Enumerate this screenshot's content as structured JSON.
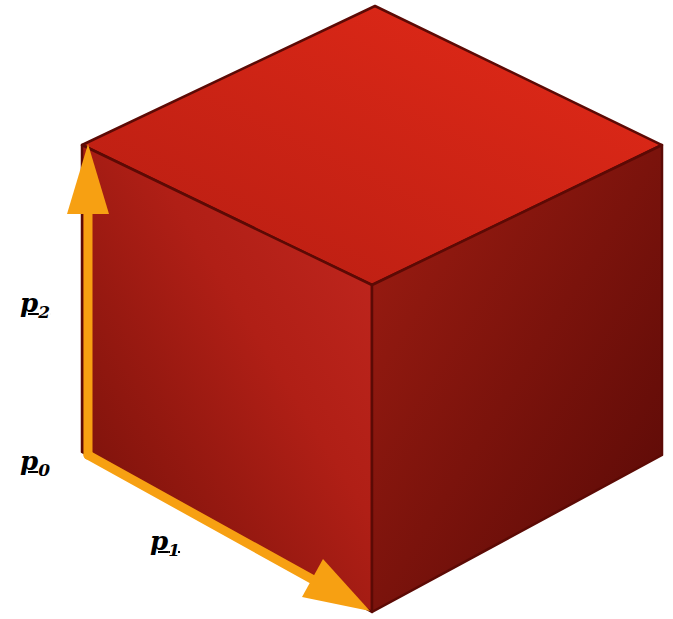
{
  "diagram": {
    "labels": [
      "p2",
      "p0",
      "p1"
    ]
  }
}
